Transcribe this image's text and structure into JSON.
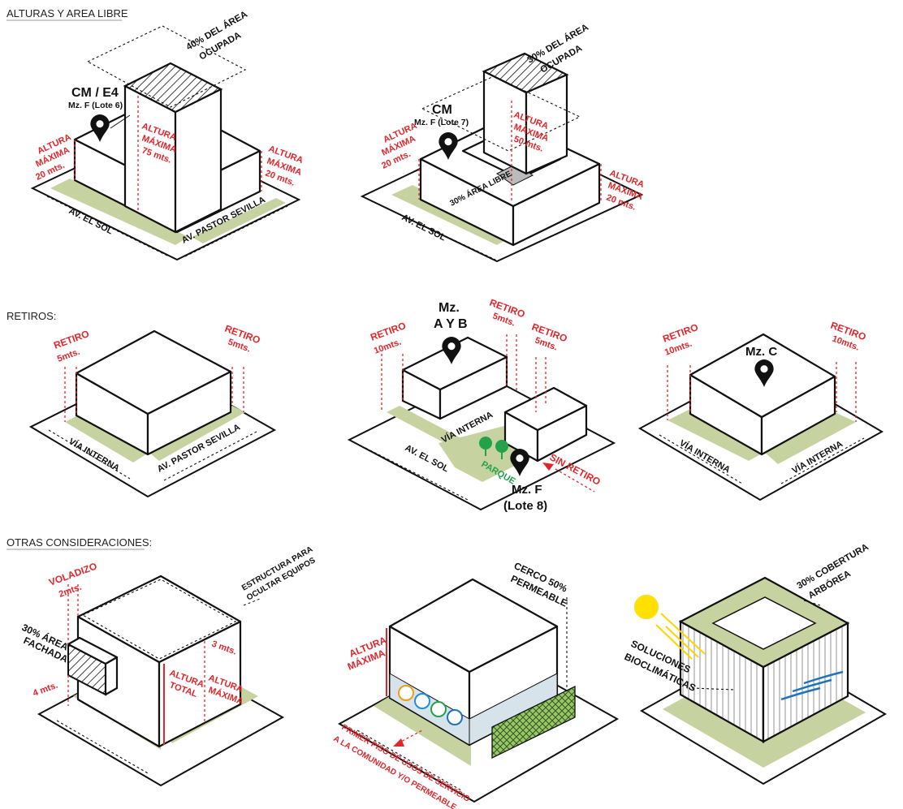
{
  "sections": {
    "heights": "ALTURAS Y AREA LIBRE",
    "setbacks": "RETIROS:",
    "other": "OTRAS CONSIDERACIONES:"
  },
  "d1": {
    "pin_title": "CM / E4",
    "pin_sub": "Mz. F (Lote 6)",
    "roof_l1": "40% DEL ÁREA",
    "roof_l2": "OCUPADA",
    "alt": "ALTURA",
    "max": "MÁXIMA",
    "h_left": "20 mts.",
    "h_mid": "75 mts.",
    "h_right": "20 mts.",
    "street_a": "AV. EL SOL",
    "street_b": "AV. PASTOR SEVILLA"
  },
  "d2": {
    "pin_title": "CM",
    "pin_sub": "Mz. F (Lote 7)",
    "roof_l1": "30% DEL ÁREA",
    "roof_l2": "OCUPADA",
    "alt": "ALTURA",
    "max": "MÁXIMA",
    "h_left": "20 mts.",
    "h_mid": "50 mts.",
    "h_right": "20 mts.",
    "free": "30% ÁREA LIBRE",
    "street_a": "AV. EL SOL"
  },
  "d3": {
    "retiro": "RETIRO",
    "left_dist": "5mts.",
    "right_dist": "5mts.",
    "street_a": "VÍA INTERNA",
    "street_b": "AV. PASTOR SEVILLA"
  },
  "d4": {
    "pin_title_1": "Mz.",
    "pin_title_2": "A Y B",
    "retiro": "RETIRO",
    "r1_dist": "10mts.",
    "r2_dist": "5mts.",
    "r3_dist": "5mts.",
    "park": "PARQUE",
    "no_setback": "SIN RETIRO",
    "lot_1": "Mz. F",
    "lot_2": "(Lote 8)",
    "street_a": "AV. EL SOL",
    "street_b": "VÍA INTERNA"
  },
  "d5": {
    "pin_title": "Mz. C",
    "retiro": "RETIRO",
    "left_dist": "10mts.",
    "right_dist": "10mts.",
    "street_a": "VÍA INTERNA",
    "street_b": "VÍA INTERNA"
  },
  "d6": {
    "voladizo": "VOLADIZO",
    "vol_dist": "2mts.",
    "struct_1": "ESTRUCTURA PARA",
    "struct_2": "OCULTAR EQUIPOS",
    "facade_1": "30% ÁREA",
    "facade_2": "FACHADA",
    "h4": "4 mts.",
    "h3": "3 mts.",
    "alt": "ALTURA",
    "total": "TOTAL",
    "max": "MÁXIMA"
  },
  "d7": {
    "fence_1": "CERCO 50%",
    "fence_2": "PERMEABLE",
    "alt": "ALTURA",
    "max": "MÁXIMA",
    "ground_1": "PRIMER PISO DE USOS DE SERVICIO",
    "ground_2": "A LA COMUNIDAD Y/O PERMEABLE"
  },
  "d8": {
    "canopy_1": "30% COBERTURA",
    "canopy_2": "ARBÓREA",
    "solutions_1": "SOLUCIONES",
    "solutions_2": "BIOCLIMÁTICAS"
  },
  "colors": {
    "green_strip": "#c6d3a1",
    "red": "#e1262b",
    "park_green": "#22a24a",
    "sun": "#ffe000",
    "wind": "#1e73be"
  }
}
